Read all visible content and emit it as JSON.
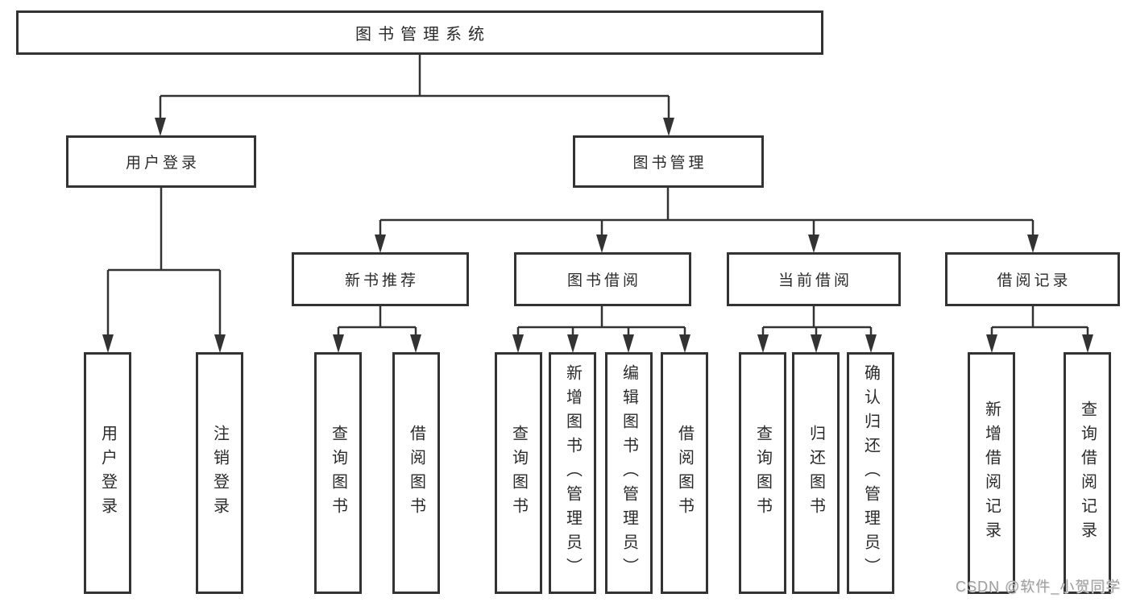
{
  "title": {
    "label": "图书管理系统"
  },
  "branches": {
    "user_login": {
      "label": "用户登录"
    },
    "book_mgmt": {
      "label": "图书管理"
    },
    "new_book": {
      "label": "新书推荐"
    },
    "book_borrow": {
      "label": "图书借阅"
    },
    "current_borrow": {
      "label": "当前借阅"
    },
    "borrow_records": {
      "label": "借阅记录"
    }
  },
  "leaves": {
    "user_login": {
      "label": "用户登录"
    },
    "logout": {
      "label": "注销登录"
    },
    "query_book_recommend": {
      "label": "查询图书"
    },
    "borrow_book_recommend": {
      "label": "借阅图书"
    },
    "query_book_borrow": {
      "label": "查询图书"
    },
    "add_book_admin": {
      "label": "新增图书（管理员）"
    },
    "edit_book_admin": {
      "label": "编辑图书（管理员）"
    },
    "borrow_book_borrow": {
      "label": "借阅图书"
    },
    "query_book_current": {
      "label": "查询图书"
    },
    "return_book": {
      "label": "归还图书"
    },
    "confirm_return_admin": {
      "label": "确认归还（管理员）"
    },
    "add_borrow_record": {
      "label": "新增借阅记录"
    },
    "query_borrow_record": {
      "label": "查询借阅记录"
    }
  },
  "watermark": {
    "text": "CSDN @软件_小贺同学"
  },
  "colors": {
    "line": "#333333",
    "text": "#2b2b2b",
    "box_fill": "#ffffff",
    "watermark": "#a0a0a0"
  }
}
